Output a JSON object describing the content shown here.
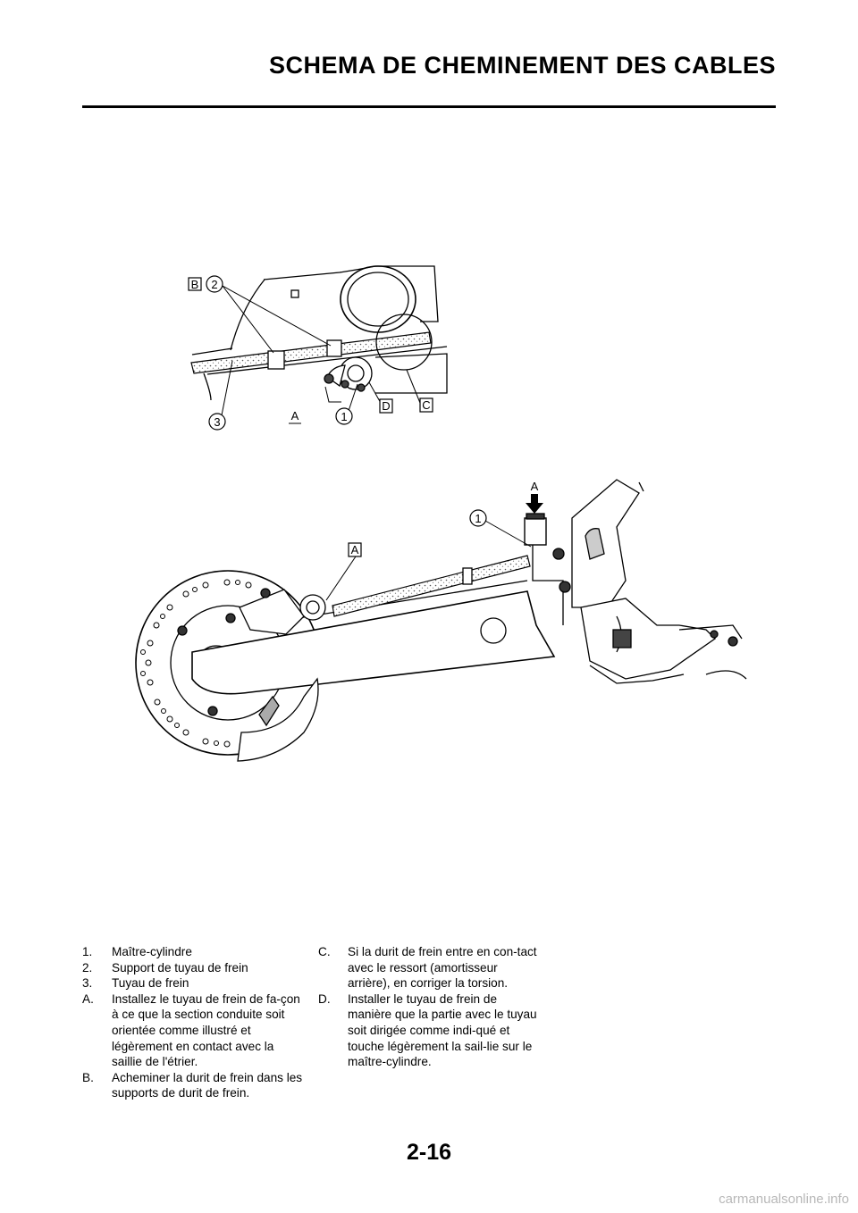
{
  "header": {
    "title": "SCHEMA DE CHEMINEMENT DES CABLES"
  },
  "figure_top": {
    "labels": {
      "b_box": "B",
      "two": "2",
      "three": "3",
      "a_under": "A",
      "one": "1",
      "d_box": "D",
      "c_box": "C"
    }
  },
  "figure_bottom": {
    "labels": {
      "a_arrow": "A",
      "one": "1",
      "a_box": "A"
    }
  },
  "legend": {
    "left": [
      {
        "key": "1.",
        "text": "Maître-cylindre"
      },
      {
        "key": "2.",
        "text": "Support de tuyau de frein"
      },
      {
        "key": "3.",
        "text": "Tuyau de frein"
      },
      {
        "key": "A.",
        "text": "Installez le tuyau de frein de fa-çon à ce que la section conduite soit orientée comme illustré et légèrement en contact avec la saillie de l'étrier."
      },
      {
        "key": "B.",
        "text": "Acheminer la durit de frein dans les supports de durit de frein."
      }
    ],
    "right": [
      {
        "key": "C.",
        "text": "Si la durit de frein entre en con-tact avec le ressort (amortisseur arrière), en corriger la torsion."
      },
      {
        "key": "D.",
        "text": "Installer le tuyau de frein de manière que la partie avec le tuyau soit dirigée comme indi-qué et touche légèrement la sail-lie sur le maître-cylindre."
      }
    ]
  },
  "footer": {
    "page_number": "2-16",
    "watermark": "carmanualsonline.info"
  }
}
